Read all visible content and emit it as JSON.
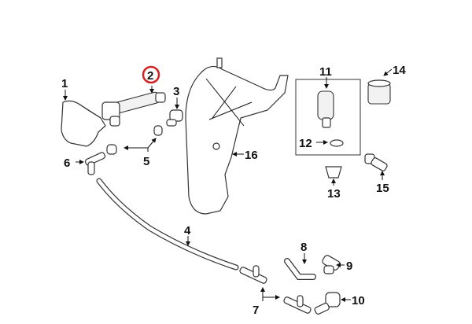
{
  "diagram": {
    "callouts": {
      "c1": "1",
      "c2": "2",
      "c3": "3",
      "c4": "4",
      "c5": "5",
      "c6": "6",
      "c7": "7",
      "c8": "8",
      "c9": "9",
      "c10": "10",
      "c11": "11",
      "c12": "12",
      "c13": "13",
      "c14": "14",
      "c15": "15",
      "c16": "16"
    },
    "highlighted_callout": "2",
    "highlight_color": "#d42020"
  }
}
